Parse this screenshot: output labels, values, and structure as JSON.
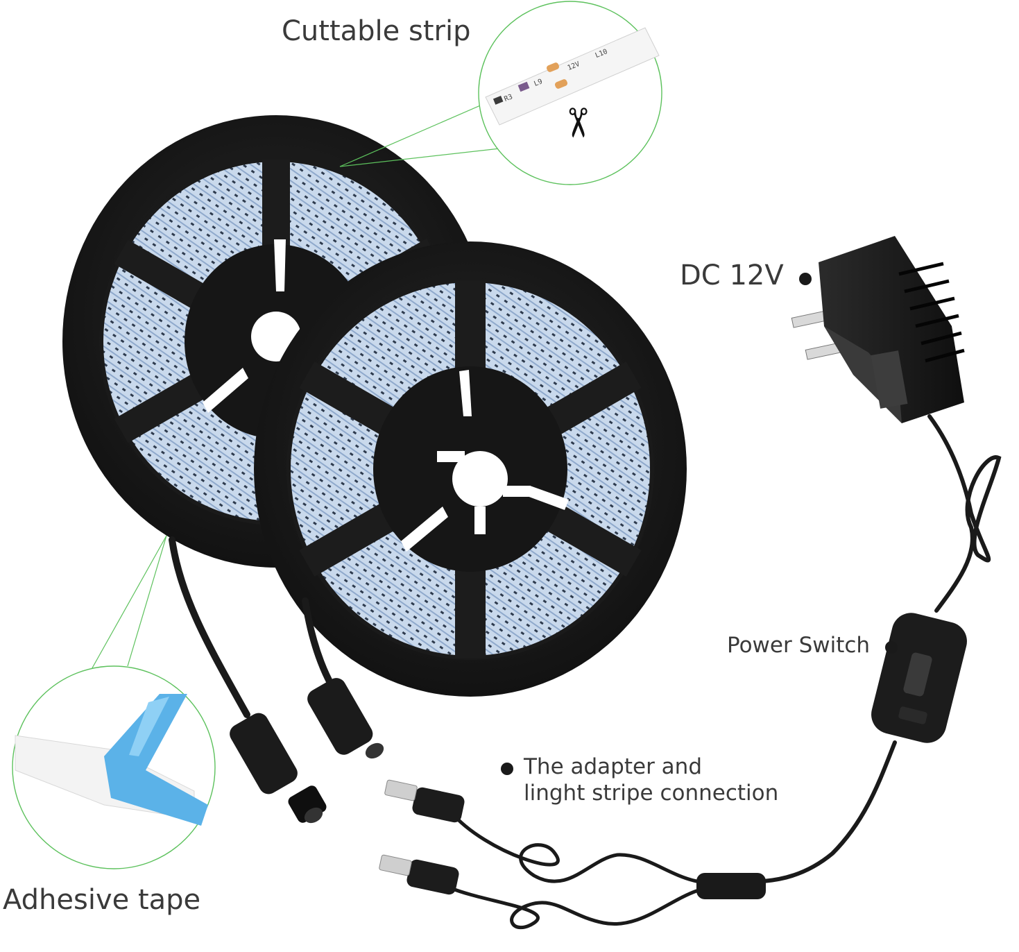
{
  "labels": {
    "cuttable_strip": "Cuttable strip",
    "dc_12v": "DC 12V",
    "power_switch": "Power Switch",
    "connection_line1": "The adapter and",
    "connection_line2": "linght stripe connection",
    "adhesive_tape": "Adhesive tape"
  },
  "strip_markings": {
    "r3": "R3",
    "l9": "L9",
    "v12": "12V",
    "l10": "L10"
  },
  "colors": {
    "callout_line": "#5cc15c",
    "reel_body": "#1e1e1e",
    "led_strip": "#c9d9ec",
    "adhesive_tape": "#5bb2e8",
    "label_text": "#3a3a3a"
  }
}
